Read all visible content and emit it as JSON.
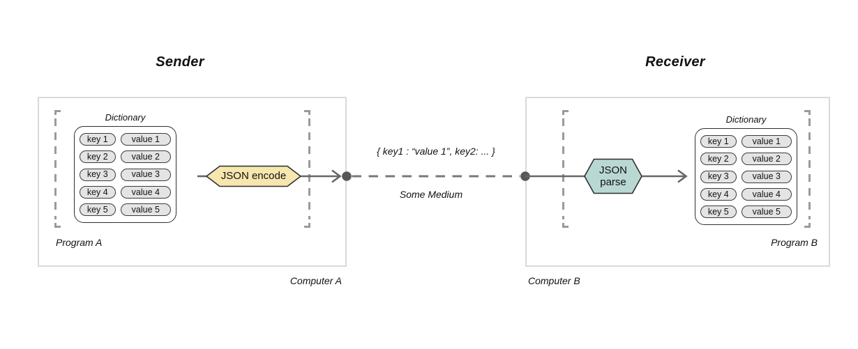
{
  "colors": {
    "encode-fill": "#f6e7ae",
    "parse-fill": "#b9d8d3",
    "pill-fill": "#e4e4e4",
    "line": "#666666",
    "dash": "#787878",
    "dot": "#575757",
    "bracket": "#9a9a9a",
    "box-border": "#d9d9d9",
    "stroke-dark": "#2e2e2e",
    "text": "#111111"
  },
  "sender": {
    "title": "Sender",
    "computer_label": "Computer A",
    "program_label": "Program A",
    "dictionary": {
      "label": "Dictionary",
      "rows": [
        {
          "key": "key 1",
          "value": "value 1"
        },
        {
          "key": "key 2",
          "value": "value 2"
        },
        {
          "key": "key 3",
          "value": "value 3"
        },
        {
          "key": "key 4",
          "value": "value 4"
        },
        {
          "key": "key 5",
          "value": "value 5"
        }
      ]
    },
    "encode": {
      "label": "JSON encode"
    }
  },
  "medium": {
    "payload_text": "{ key1 : “value 1”, key2: ... }",
    "label": "Some Medium"
  },
  "receiver": {
    "title": "Receiver",
    "computer_label": "Computer B",
    "program_label": "Program B",
    "dictionary": {
      "label": "Dictionary",
      "rows": [
        {
          "key": "key 1",
          "value": "value 1"
        },
        {
          "key": "key 2",
          "value": "value 2"
        },
        {
          "key": "key 3",
          "value": "value 3"
        },
        {
          "key": "key 4",
          "value": "value 4"
        },
        {
          "key": "key 5",
          "value": "value 5"
        }
      ]
    },
    "parse": {
      "label_top": "JSON",
      "label_bottom": "parse"
    }
  }
}
